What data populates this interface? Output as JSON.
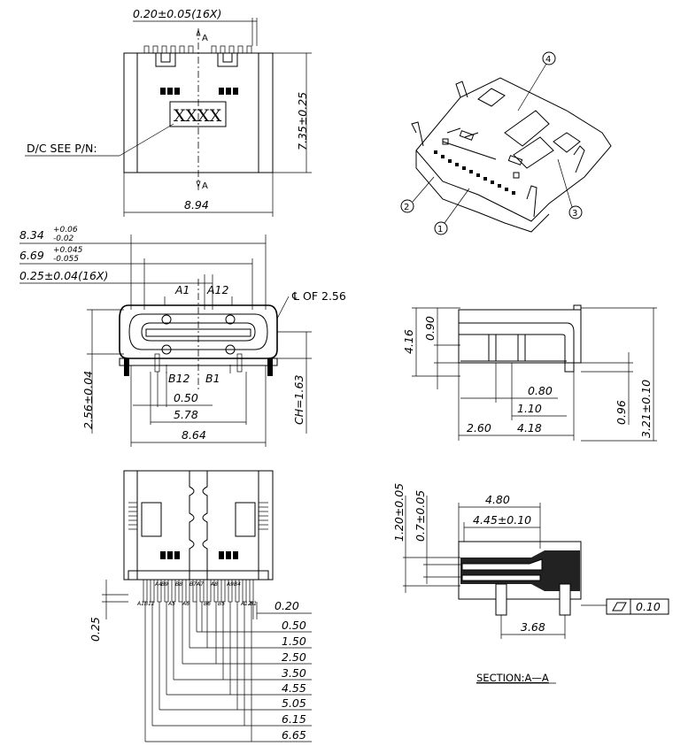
{
  "top_view": {
    "pin_width": "0.20±0.05(16X)",
    "section_mark_top": "A",
    "section_mark_bottom": "A",
    "marking": "XXXX",
    "dc_note": "D/C SEE P/N:",
    "height": "7.35±0.25",
    "width": "8.94"
  },
  "front_view": {
    "outer_width": "8.34",
    "outer_width_tol_upper": "+0.06",
    "outer_width_tol_lower": "-0.02",
    "inner_width": "6.69",
    "inner_width_tol_upper": "+0.045",
    "inner_width_tol_lower": "-0.055",
    "contact_width": "0.25±0.04(16X)",
    "pin_a1": "A1",
    "pin_a12": "A12",
    "pin_b12": "B12",
    "pin_b1": "B1",
    "centerline": "℄ OF 2.56",
    "pitch": "0.50",
    "span_578": "5.78",
    "span_864": "8.64",
    "height_256": "2.56±0.04",
    "ch_163": "CH=1.63"
  },
  "iso_view": {
    "callouts": [
      "1",
      "2",
      "3",
      "4"
    ]
  },
  "side_view": {
    "d_416": "4.16",
    "d_090": "0.90",
    "d_080": "0.80",
    "d_110": "1.10",
    "d_096": "0.96",
    "d_321": "3.21±0.10",
    "d_260": "2.60",
    "d_418": "4.18"
  },
  "bottom_view": {
    "pin_labels": [
      "A1",
      "B12",
      "A4",
      "B9",
      "A5",
      "B8",
      "A6",
      "B7",
      "A7",
      "B6",
      "A8",
      "B5",
      "A9",
      "B4",
      "A12",
      "B1"
    ],
    "d_025": "0.25",
    "d_020": "0.20",
    "dims": [
      "0.50",
      "1.50",
      "2.50",
      "3.50",
      "4.55",
      "5.05",
      "6.15",
      "6.65"
    ]
  },
  "section_view": {
    "d_120": "1.20±0.05",
    "d_070": "0.7±0.05",
    "d_480": "4.80",
    "d_445": "4.45±0.10",
    "d_368": "3.68",
    "flatness": "0.10",
    "title": "SECTION:A—A"
  }
}
